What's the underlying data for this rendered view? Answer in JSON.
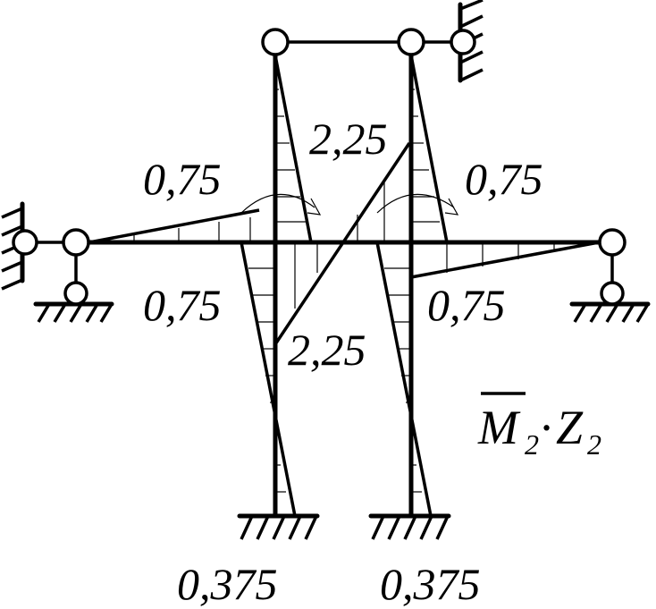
{
  "labels": {
    "top_left_075": "0,75",
    "top_right_075": "0,75",
    "mid_left_075": "0,75",
    "mid_right_075": "0,75",
    "top_225": "2,25",
    "bottom_225": "2,25",
    "base_left_0375": "0,375",
    "base_right_0375": "0,375"
  },
  "title": {
    "symbol": "M",
    "subscript1": "2",
    "dot": "·",
    "variable": "Z",
    "subscript2": "2"
  }
}
